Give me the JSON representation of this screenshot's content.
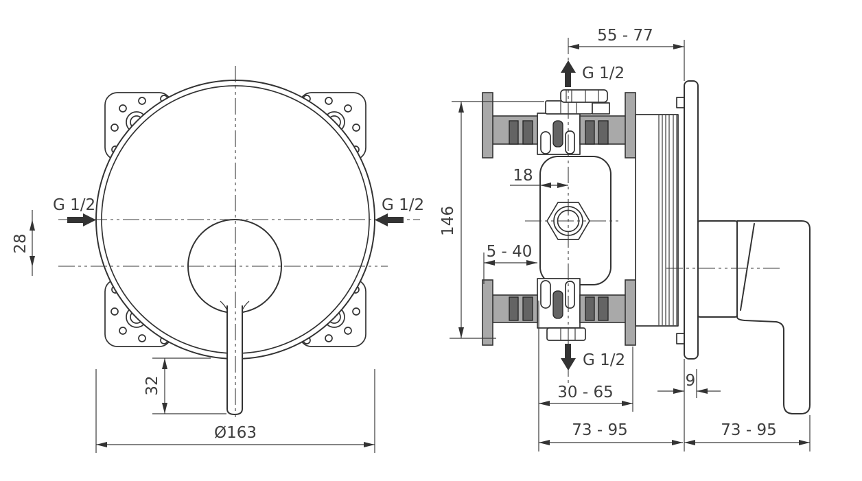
{
  "front_view": {
    "inlet_left_label": "G 1/2",
    "inlet_right_label": "G 1/2",
    "inlet_offset_mm": "28",
    "handle_below_plate_mm": "32",
    "plate_diameter": "Ø163"
  },
  "section_view": {
    "outlet_to_wall_range": "55 - 77",
    "outlet_top_label": "G 1/2",
    "inlet_bottom_label": "G 1/2",
    "body_height_mm": "146",
    "center_to_body_face_mm": "18",
    "rail_adjustment_range": "5 - 40",
    "body_to_wall_range": "30 - 65",
    "plate_thickness_mm": "9",
    "rough_in_depth_range": "73 - 95",
    "trim_projection_range": "73 - 95"
  },
  "colors": {
    "line": "#333333",
    "dimension_text": "#3f3f3f",
    "rail_gray": "#a9a9a9",
    "hatch_gray": "#646464",
    "background": "#ffffff"
  }
}
